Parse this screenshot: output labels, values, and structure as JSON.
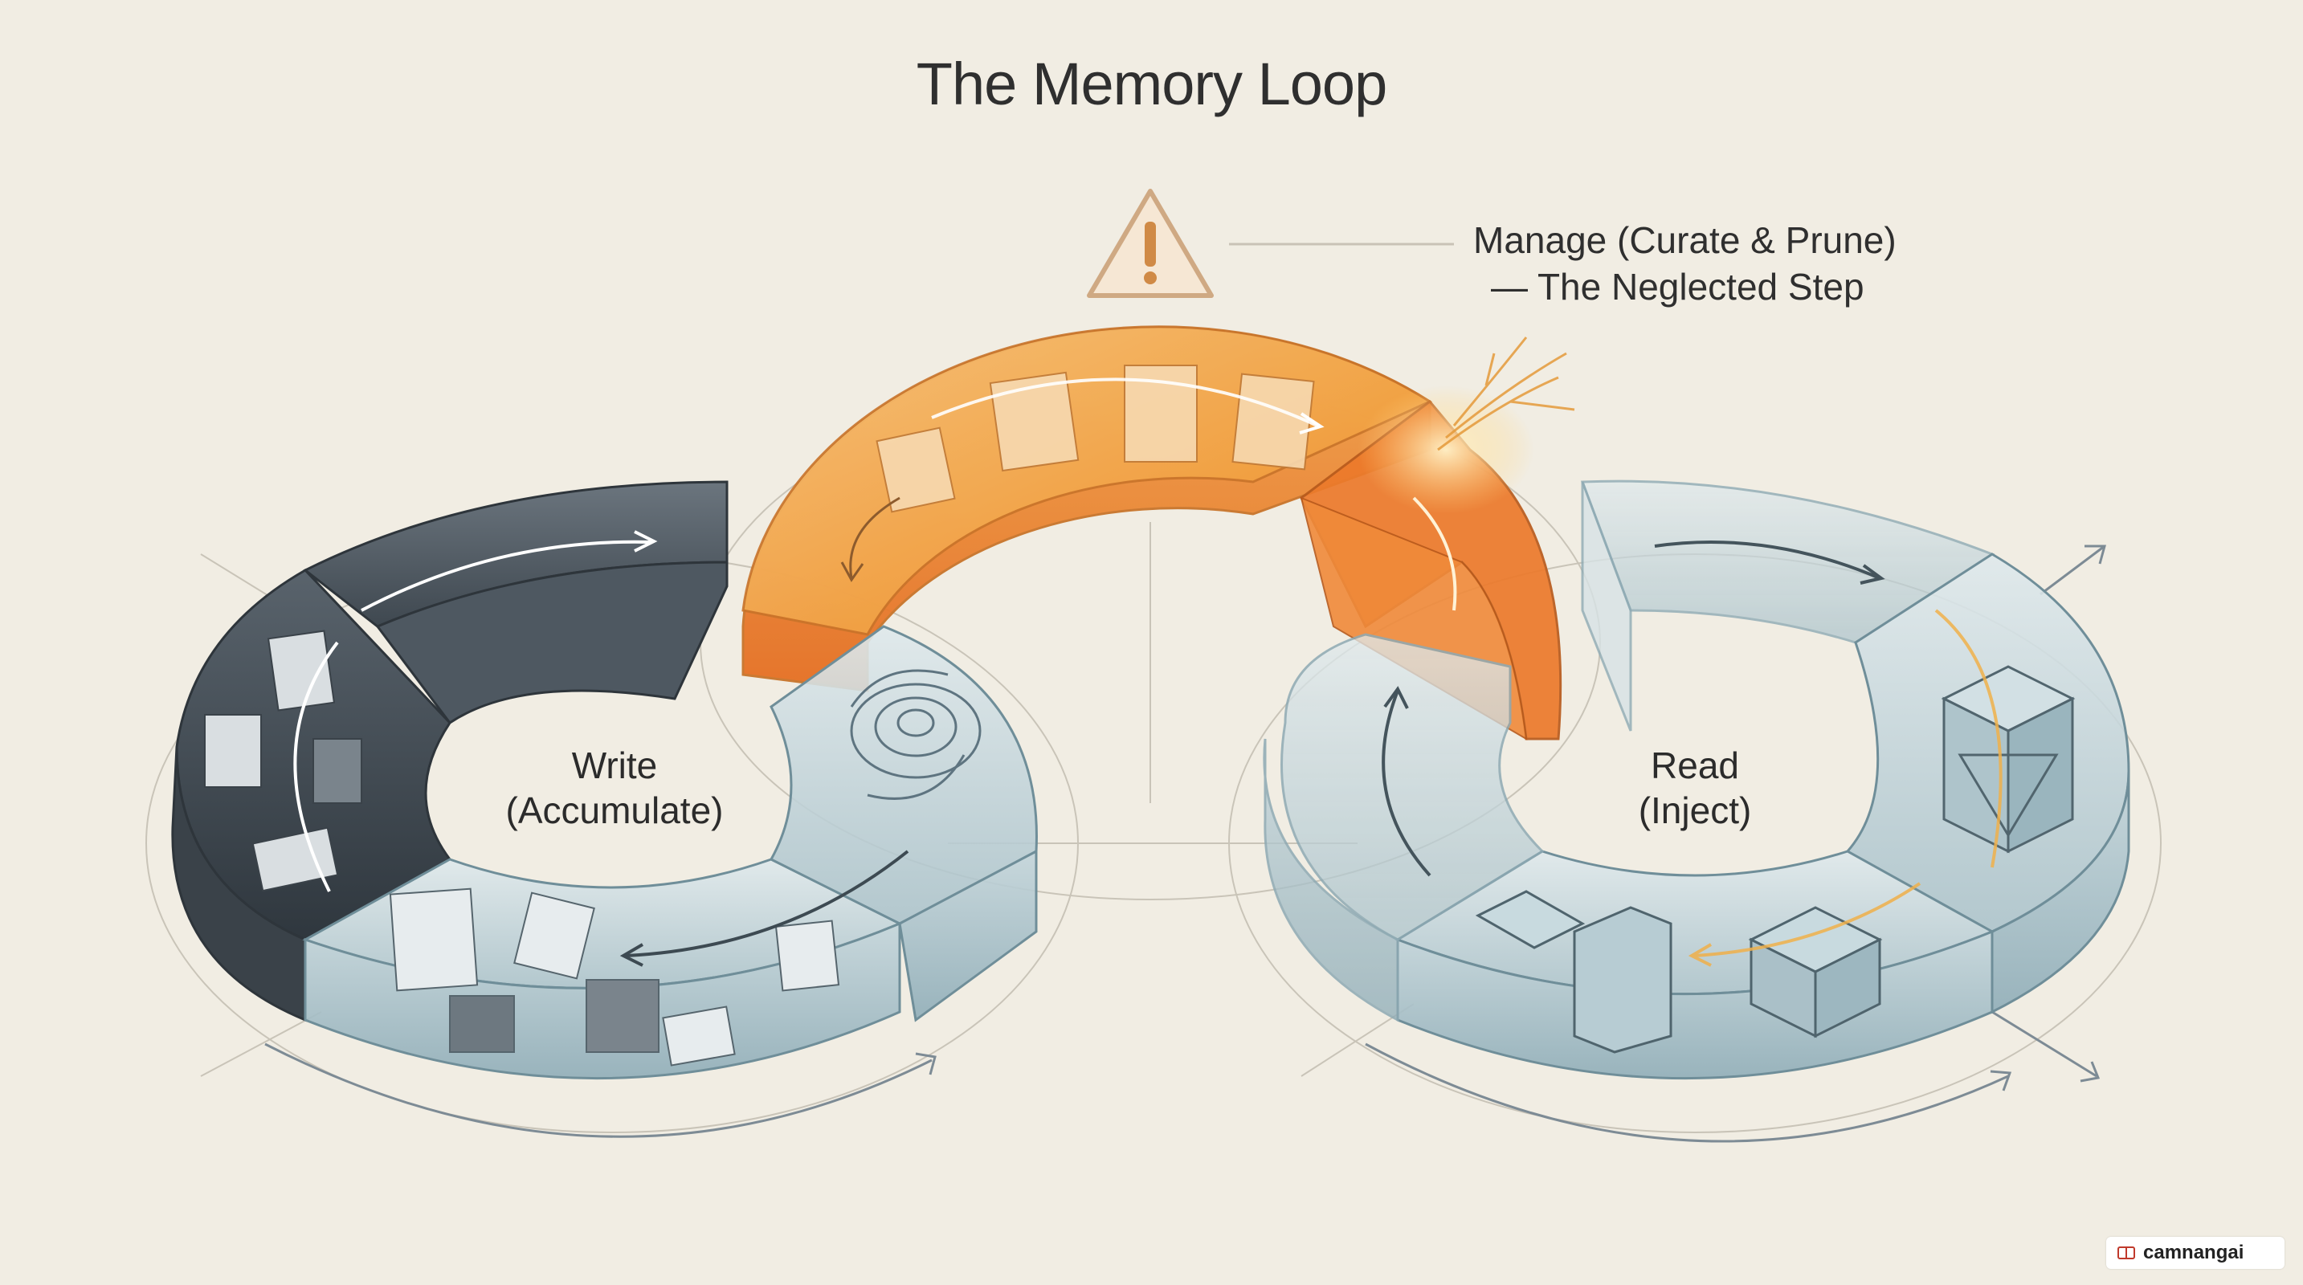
{
  "title": "The Memory Loop",
  "callout": {
    "line1": "Manage (Curate & Prune)",
    "line2": "— The Neglected Step"
  },
  "left_loop": {
    "line1": "Write",
    "line2": "(Accumulate)"
  },
  "right_loop": {
    "line1": "Read",
    "line2": "(Inject)"
  },
  "badge": {
    "label": "camnangai"
  },
  "icons": [
    "warning-icon",
    "document-icon",
    "cube-icon",
    "flow-arrow-icon",
    "vortex-icon"
  ],
  "colors": {
    "background": "#f1ede3",
    "write_dark": "#4e5861",
    "write_glass": "#b9ccd3",
    "manage_orange": "#f3a649",
    "manage_deep": "#ef7a2c",
    "read_glass": "#c9dbe1",
    "text": "#2f2f2f"
  }
}
